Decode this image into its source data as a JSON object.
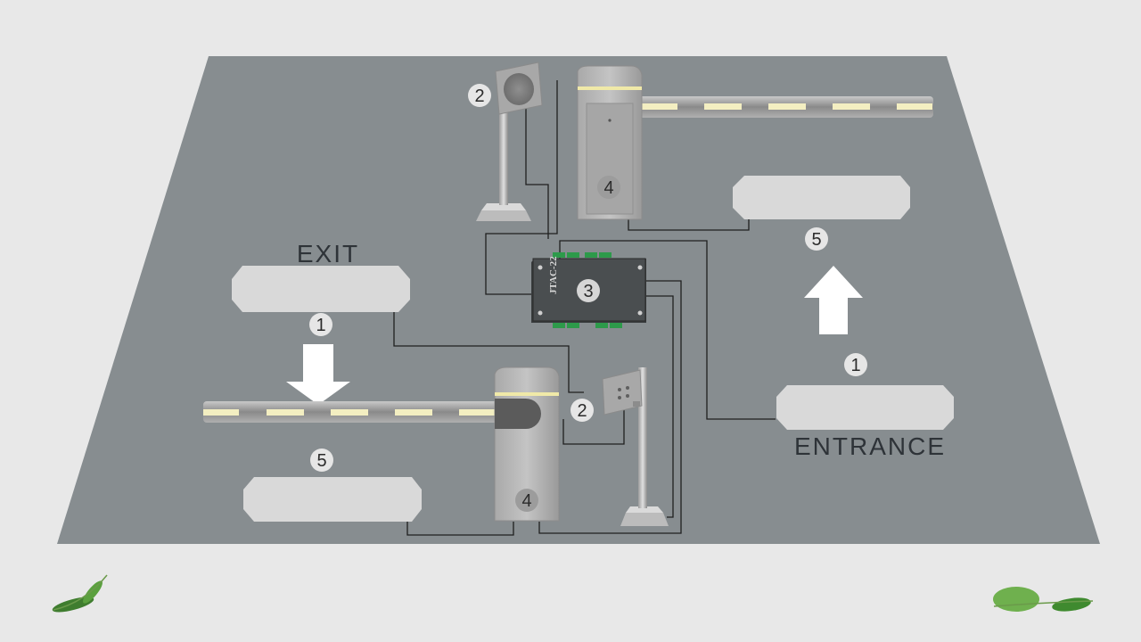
{
  "labels": {
    "exit": "EXIT",
    "entrance": "ENTRANCE",
    "controller": "JTAC-22"
  },
  "markers": {
    "exit_loop": "1",
    "exit_reader": "2",
    "controller": "3",
    "exit_barrier": "4",
    "exit_zone": "5",
    "entrance_loop": "1",
    "entrance_reader": "2",
    "entrance_barrier": "4",
    "entrance_zone": "5"
  },
  "colors": {
    "background": "#e8e8e8",
    "floor": "#878d90",
    "pad": "#d9d9d9",
    "arrow": "#ffffff",
    "cable": "#1f1f1f",
    "barrier_light": "#f3eec1"
  }
}
